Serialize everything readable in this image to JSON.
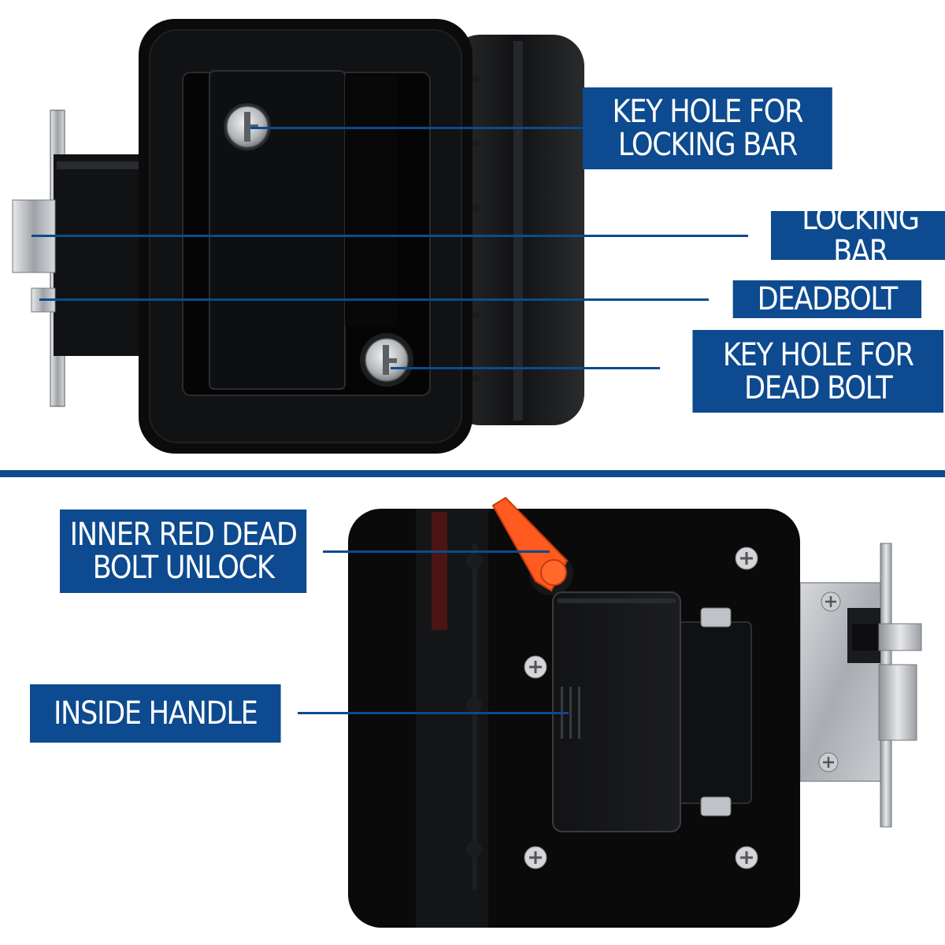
{
  "labels": {
    "keyhole_locking_bar": "KEY HOLE FOR\nLOCKING BAR",
    "locking_bar": "LOCKING BAR",
    "deadbolt": "DEADBOLT",
    "keyhole_dead_bolt": "KEY HOLE FOR\nDEAD BOLT",
    "inner_red_unlock": "INNER RED DEAD\nBOLT UNLOCK",
    "inside_handle": "INSIDE HANDLE"
  },
  "colors": {
    "label_background": "#0d4a8f",
    "label_text": "#ffffff",
    "lock_body": "#0b0b0c",
    "steel": "#b9bcc0",
    "unlock_lever": "#ff5a1f"
  }
}
